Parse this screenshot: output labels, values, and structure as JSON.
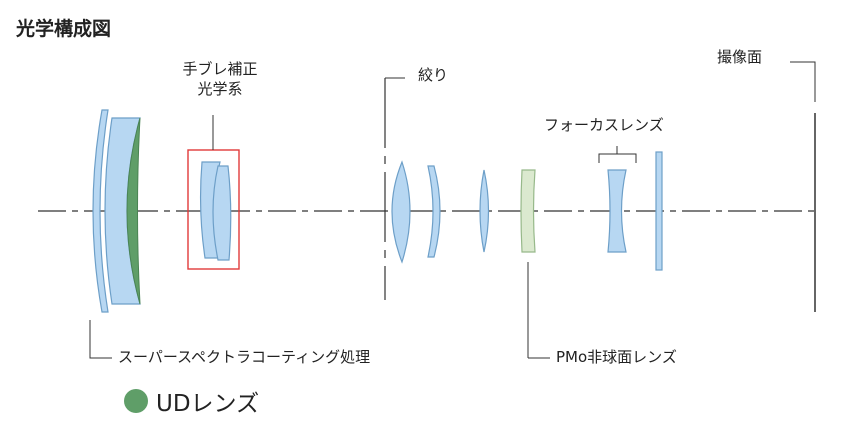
{
  "title": "光学構成図",
  "labels": {
    "stabilizer": [
      "手ブレ補正",
      "光学系"
    ],
    "aperture": "絞り",
    "image_plane": "撮像面",
    "focus_lens": "フォーカスレンズ",
    "coating": "スーパースペクトラコーティング処理",
    "aspherical": "PMo非球面レンズ"
  },
  "legend": {
    "label": "UDレンズ",
    "color": "#5f9e68"
  },
  "colors": {
    "lens_fill": "#b7d7f2",
    "lens_stroke": "#6d9fc8",
    "ud_fill": "#5f9e68",
    "pmo_fill": "#dbe9cf",
    "pmo_stroke": "#97b98a",
    "highlight_box": "#e03a3a",
    "line": "#333333"
  }
}
